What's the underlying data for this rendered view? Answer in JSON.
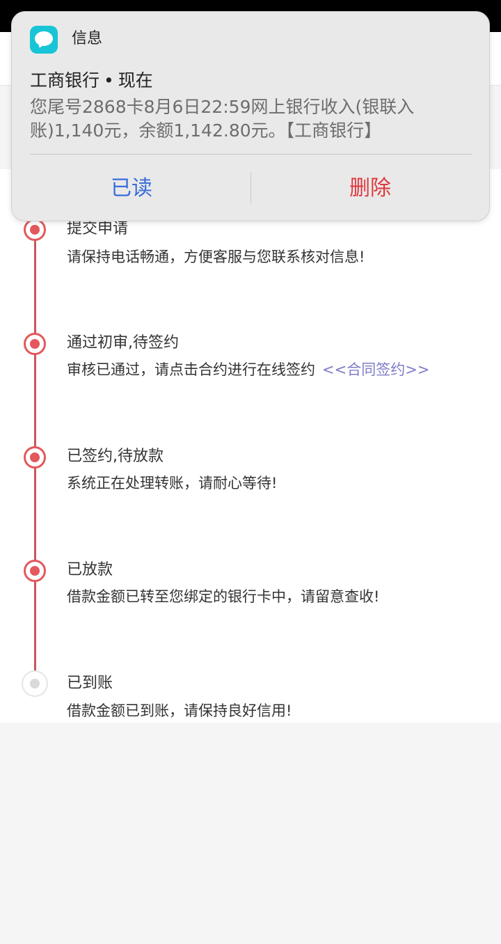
{
  "notification": {
    "app_name": "信息",
    "sender": "工商银行",
    "separator": "•",
    "time": "现在",
    "body": "您尾号2868卡8月6日22:59网上银行收入(银联入账)1,140元，余额1,142.80元。【工商银行】",
    "actions": {
      "read_label": "已读",
      "delete_label": "删除"
    }
  },
  "timeline": {
    "steps": [
      {
        "title": "提交申请",
        "desc": "请保持电话畅通，方便客服与您联系核对信息!",
        "status": "done"
      },
      {
        "title": "通过初审,待签约",
        "desc": "审核已通过，请点击合约进行在线签约",
        "link": "<<合同签约>>",
        "status": "done"
      },
      {
        "title": "已签约,待放款",
        "desc": "系统正在处理转账，请耐心等待!",
        "status": "done"
      },
      {
        "title": "已放款",
        "desc": "借款金额已转至您绑定的银行卡中，请留意查收!",
        "status": "done"
      },
      {
        "title": "已到账",
        "desc": "借款金额已到账，请保持良好信用!",
        "status": "pending"
      }
    ]
  },
  "colors": {
    "accent": "#e2585c",
    "link": "#7e7cc7",
    "read_button": "#3a6ddb",
    "delete_button": "#e0383e",
    "app_icon": "#17c5d6"
  },
  "icons": {
    "app_icon": "message-bubble-icon"
  }
}
